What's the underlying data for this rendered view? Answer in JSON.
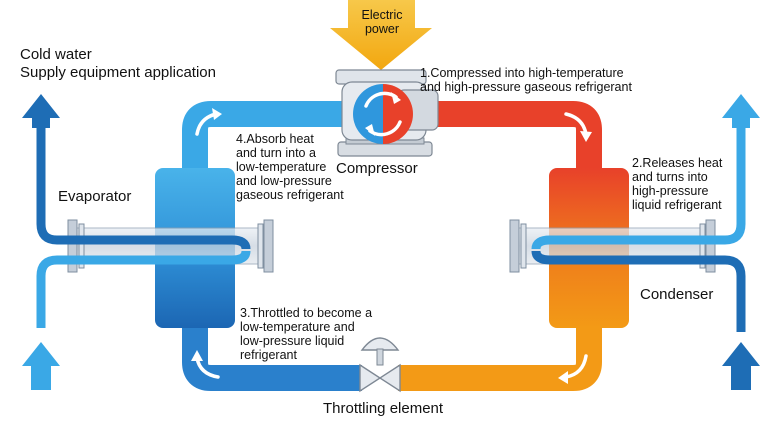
{
  "header": {
    "line1": "Cold water",
    "line2": "Supply equipment application"
  },
  "power": {
    "line1": "Electric",
    "line2": "power"
  },
  "components": {
    "evaporator": "Evaporator",
    "compressor": "Compressor",
    "condenser": "Condenser",
    "throttle": "Throttling element"
  },
  "steps": {
    "s1": {
      "line1": "1.Compressed into high-temperature",
      "line2": "and high-pressure gaseous refrigerant"
    },
    "s2": {
      "line1": "2.Releases heat",
      "line2": "and turns into",
      "line3": "high-pressure",
      "line4": "liquid refrigerant"
    },
    "s3": {
      "line1": "3.Throttled to become a",
      "line2": "low-temperature and",
      "line3": "low-pressure liquid",
      "line4": "refrigerant"
    },
    "s4": {
      "line1": "4.Absorb heat",
      "line2": "and turn into a",
      "line3": "low-temperature",
      "line4": "and low-pressure",
      "line5": "gaseous refrigerant"
    }
  },
  "colors": {
    "cold_dark": "#1e6db5",
    "cold_light": "#3aa8e6",
    "hot_red": "#e8412a",
    "hot_orange": "#f39a16",
    "power_yellow": "#f5b61b"
  }
}
